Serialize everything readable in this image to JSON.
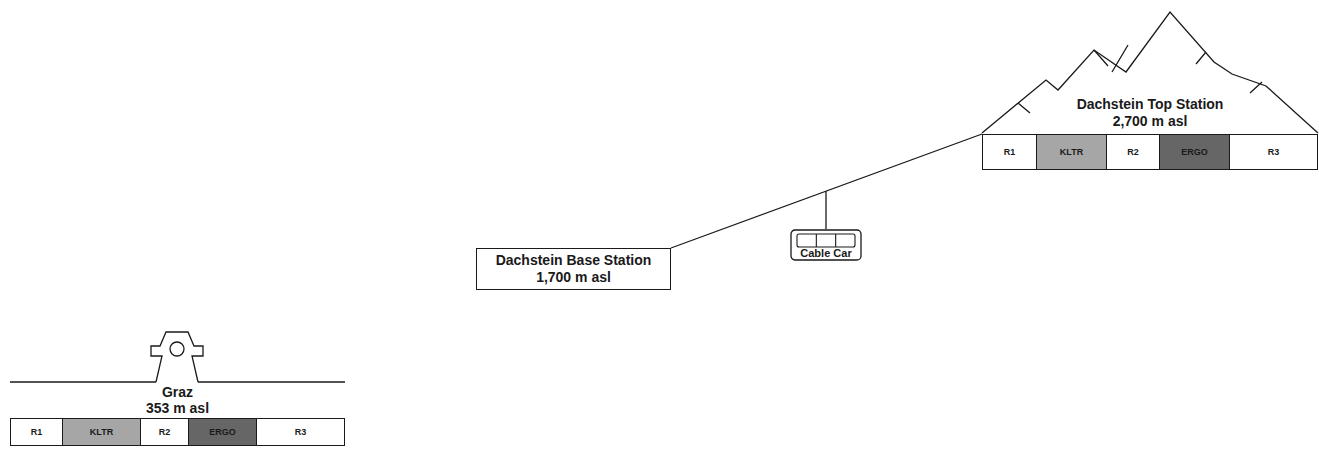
{
  "diagram": {
    "nodes": [
      {
        "text": [
          "Graz",
          "353 m asl"
        ]
      },
      {
        "text": [
          "R1"
        ],
        "in": 0
      },
      {
        "text": [
          "KLTR"
        ],
        "in": 0
      },
      {
        "text": [
          "R2"
        ],
        "in": 0
      },
      {
        "text": [
          "ERGO"
        ],
        "in": 0
      },
      {
        "text": [
          "R3"
        ],
        "in": 0
      },
      {
        "text": [
          "Dachstein Base Station",
          "1,700 m asl"
        ]
      },
      {
        "text": [
          "Cable Car"
        ]
      },
      {
        "text": [
          "Dachstein Top Station",
          "2,700 m asl"
        ]
      },
      {
        "text": [
          "R1"
        ],
        "in": 8
      },
      {
        "text": [
          "KLTR"
        ],
        "in": 8
      },
      {
        "text": [
          "R2"
        ],
        "in": 8
      },
      {
        "text": [
          "ERGO"
        ],
        "in": 8
      },
      {
        "text": [
          "R3"
        ],
        "in": 8
      }
    ],
    "edges": [
      {
        "from": 6,
        "to": 8,
        "arrow": "none"
      }
    ]
  }
}
